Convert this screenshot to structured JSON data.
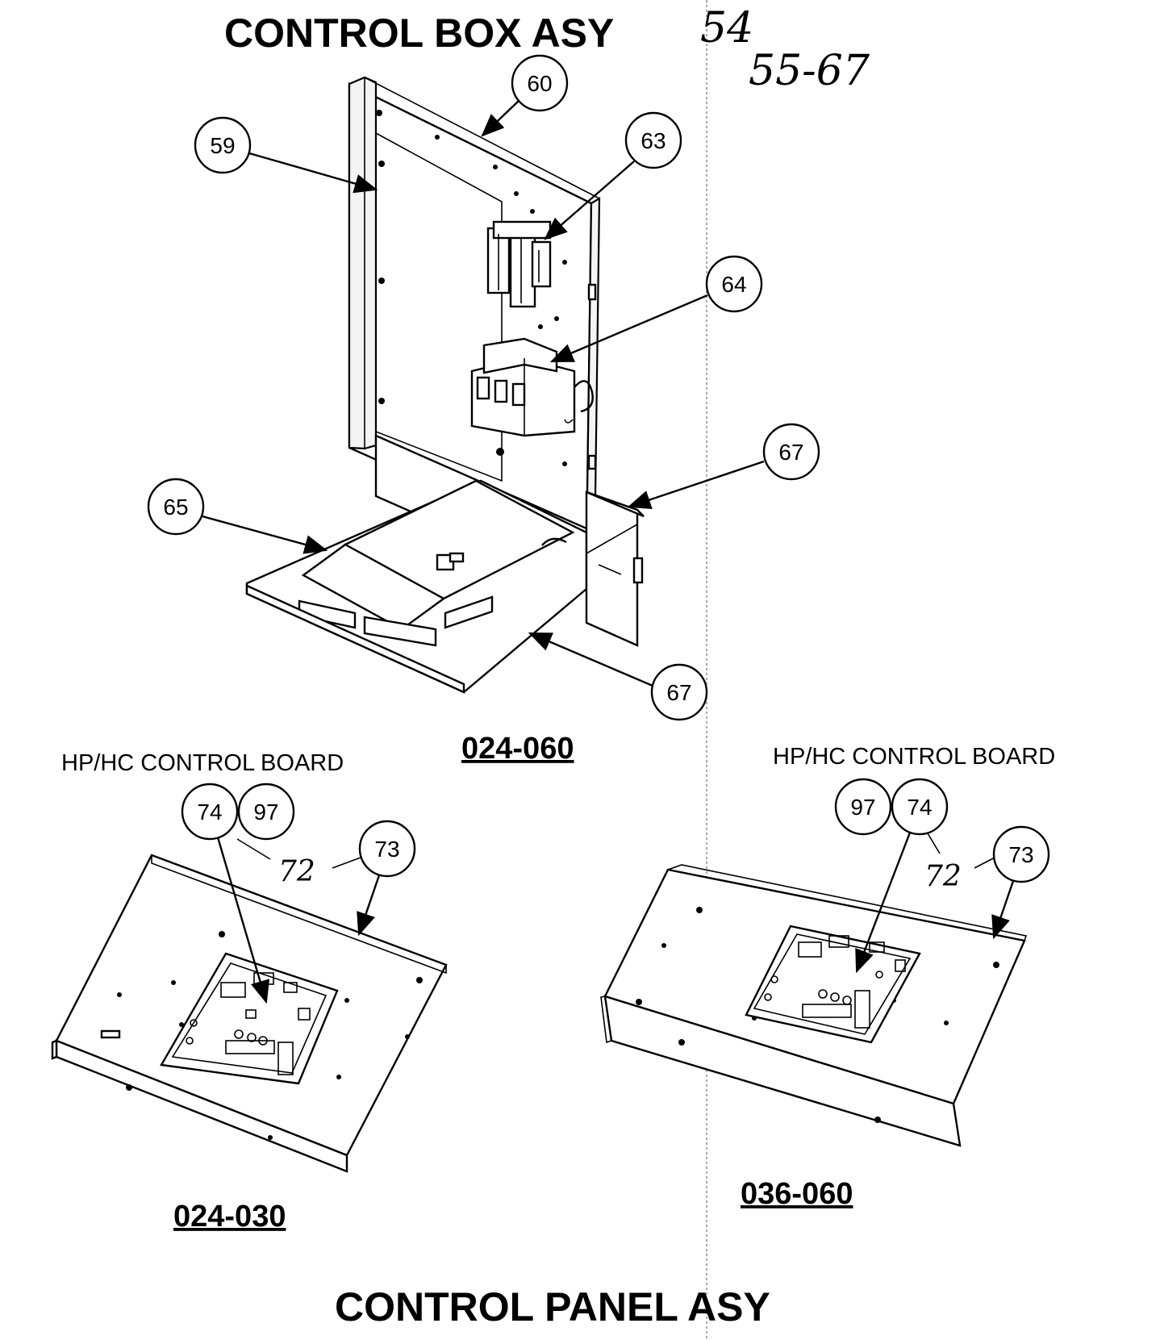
{
  "titles": {
    "top": "CONTROL BOX ASY",
    "bottom": "CONTROL PANEL ASY"
  },
  "handwritten": {
    "page_number": "54",
    "range": "55-67",
    "left_label": "72",
    "right_label": "72"
  },
  "models": {
    "main": "024-060",
    "left_panel": "024-030",
    "right_panel": "036-060"
  },
  "board_labels": {
    "left": "HP/HC CONTROL BOARD",
    "right": "HP/HC CONTROL BOARD"
  },
  "callouts": {
    "c60": "60",
    "c59": "59",
    "c63": "63",
    "c64": "64",
    "c67a": "67",
    "c65": "65",
    "c67b": "67",
    "l74": "74",
    "l97": "97",
    "l73": "73",
    "r97": "97",
    "r74": "74",
    "r73": "73"
  }
}
